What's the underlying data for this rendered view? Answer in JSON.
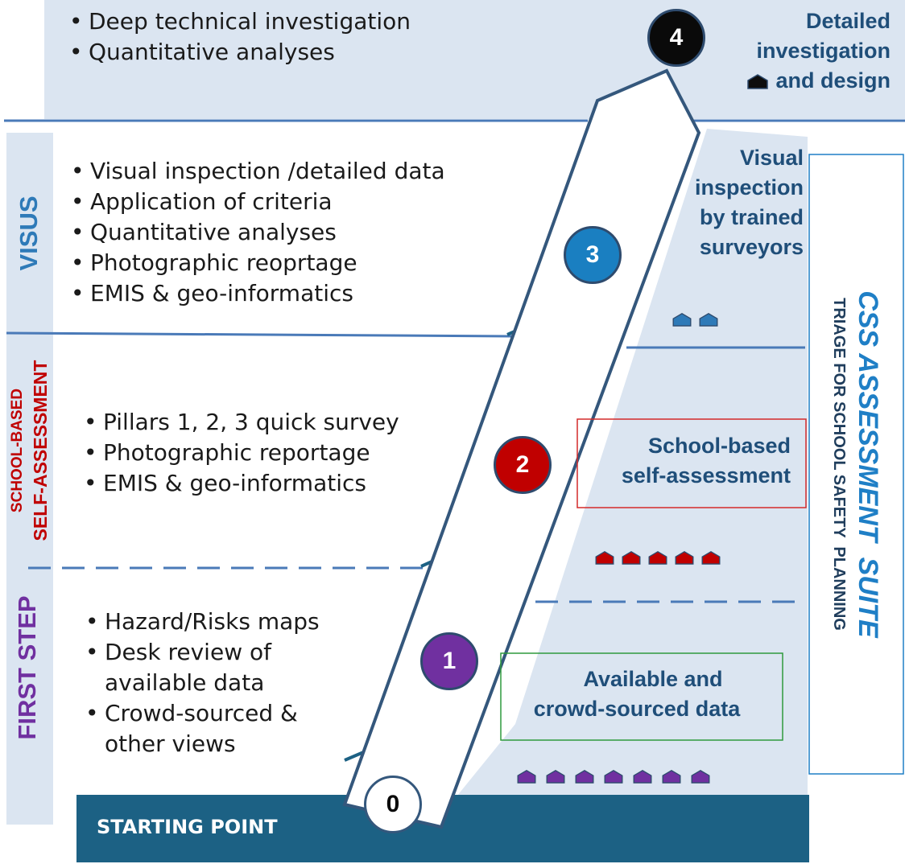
{
  "colors": {
    "panel": "#dbe5f1",
    "line_blue": "#4a7ab8",
    "teal": "#1c6184",
    "arrow_outline": "#34577c",
    "visus": "#2e7ab8",
    "school_based": "#c00000",
    "first_step": "#7030a0",
    "css_suite": "#1f7fc6"
  },
  "top_section": {
    "bullets": [
      "Deep technical investigation",
      "Quantitative analyses"
    ],
    "heading": [
      "Detailed",
      "investigation",
      "and design"
    ],
    "step_number": "4",
    "house_icons": 1
  },
  "visus_section": {
    "vertical_label": "VISUS",
    "bullets": [
      "Visual inspection /detailed data",
      "Application of criteria",
      "Quantitative analyses",
      "Photographic reoprtage",
      "EMIS & geo-informatics"
    ],
    "heading": [
      "Visual",
      "inspection",
      "by trained",
      "surveyors"
    ],
    "step_number": "3",
    "house_icons": 2
  },
  "school_section": {
    "vertical_label": [
      "SCHOOL-BASED",
      "SELF-ASSESSMENT"
    ],
    "bullets": [
      "Pillars 1, 2, 3 quick survey",
      "Photographic reportage",
      "EMIS & geo-informatics"
    ],
    "box_heading": [
      "School-based",
      "self-assessment"
    ],
    "step_number": "2",
    "house_icons": 5
  },
  "first_step_section": {
    "vertical_label": "FIRST STEP",
    "bullets": [
      [
        "Hazard/Risks maps"
      ],
      [
        "Desk review of",
        "available data"
      ],
      [
        "Crowd-sourced &",
        "other views"
      ]
    ],
    "box_heading": [
      "Available and",
      "crowd-sourced data"
    ],
    "step_number": "1",
    "house_icons": 7
  },
  "starting_point": {
    "label": "STARTING POINT",
    "step_number": "0"
  },
  "right_label": {
    "title": "CSS ASSESSMENT  SUITE",
    "subtitle": "TRIAGE FOR SCHOOL SAFETY  PLANNING"
  }
}
